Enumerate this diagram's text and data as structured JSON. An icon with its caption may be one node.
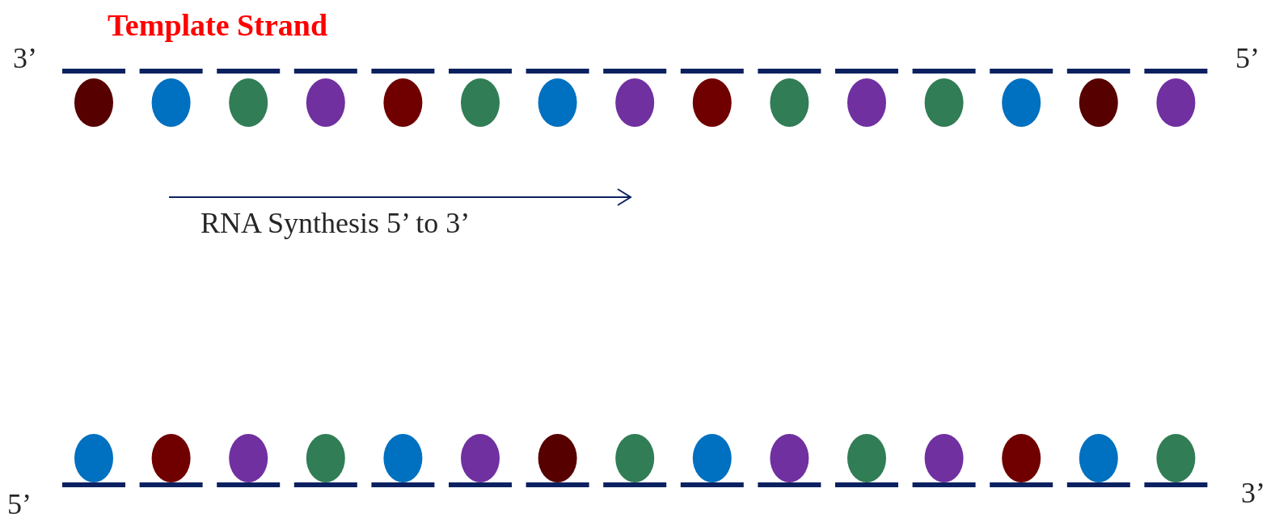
{
  "diagram": {
    "labels": [
      "Template Strand",
      "3’",
      "5’",
      "RNA Synthesis 5’ to 3’",
      "5’",
      "3’"
    ]
  }
}
